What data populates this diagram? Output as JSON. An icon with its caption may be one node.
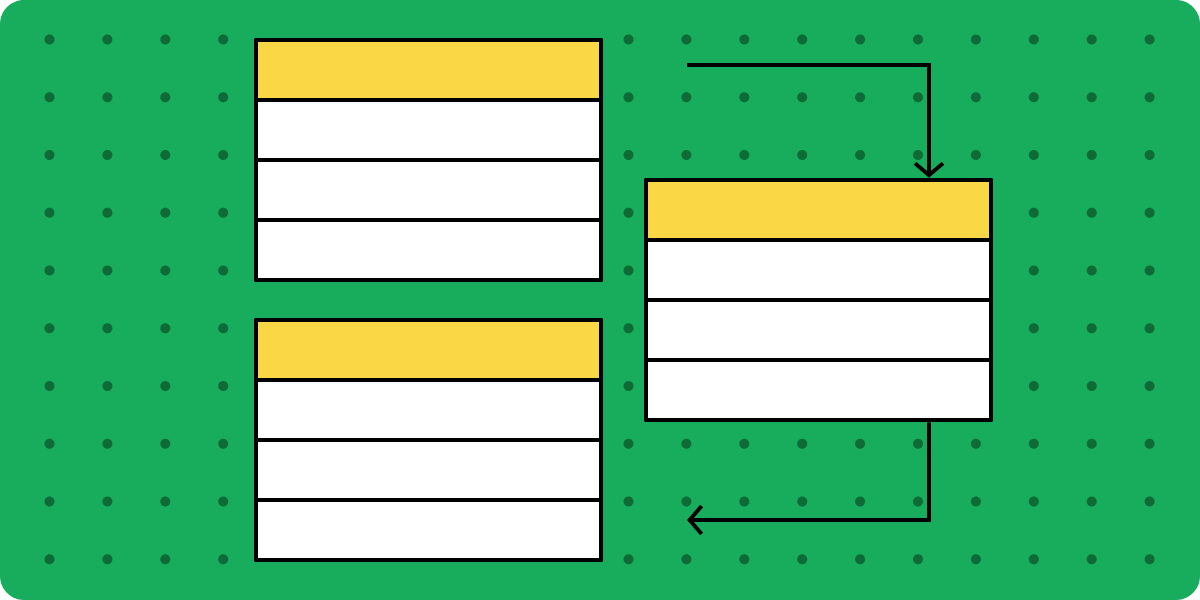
{
  "diagram": {
    "nodes": [
      {
        "text": [],
        "shape": "table"
      },
      {
        "text": [],
        "shape": "table"
      },
      {
        "text": [],
        "shape": "table"
      }
    ],
    "edges": [
      {
        "from": null,
        "to": 2,
        "arrow": "to"
      },
      {
        "from": 2,
        "to": null,
        "arrow": "to"
      }
    ]
  }
}
